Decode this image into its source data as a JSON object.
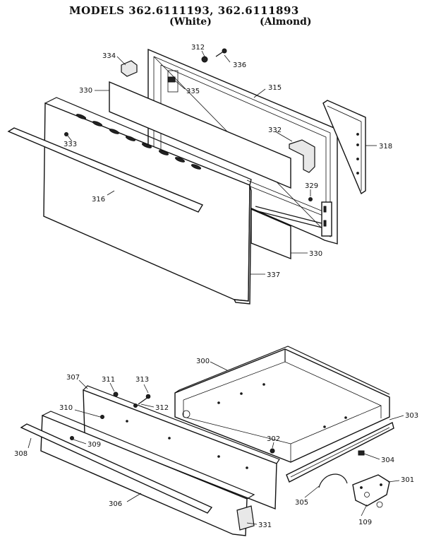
{
  "header": {
    "models": "MODELS 362.6111193, 362.6111893",
    "white": "(White)",
    "almond": "(Almond)"
  },
  "labels": {
    "p334": "334",
    "p312a": "312",
    "p336": "336",
    "p335": "335",
    "p330a": "330",
    "p315": "315",
    "p333": "333",
    "p332": "332",
    "p318": "318",
    "p329": "329",
    "p316": "316",
    "p330b": "330",
    "p337": "337",
    "p300": "300",
    "p307": "307",
    "p311": "311",
    "p313": "313",
    "p312b": "312",
    "p310": "310",
    "p303": "303",
    "p302": "302",
    "p309": "309",
    "p308": "308",
    "p304": "304",
    "p301": "301",
    "p305": "305",
    "p306": "306",
    "p109": "109",
    "p331": "331"
  }
}
